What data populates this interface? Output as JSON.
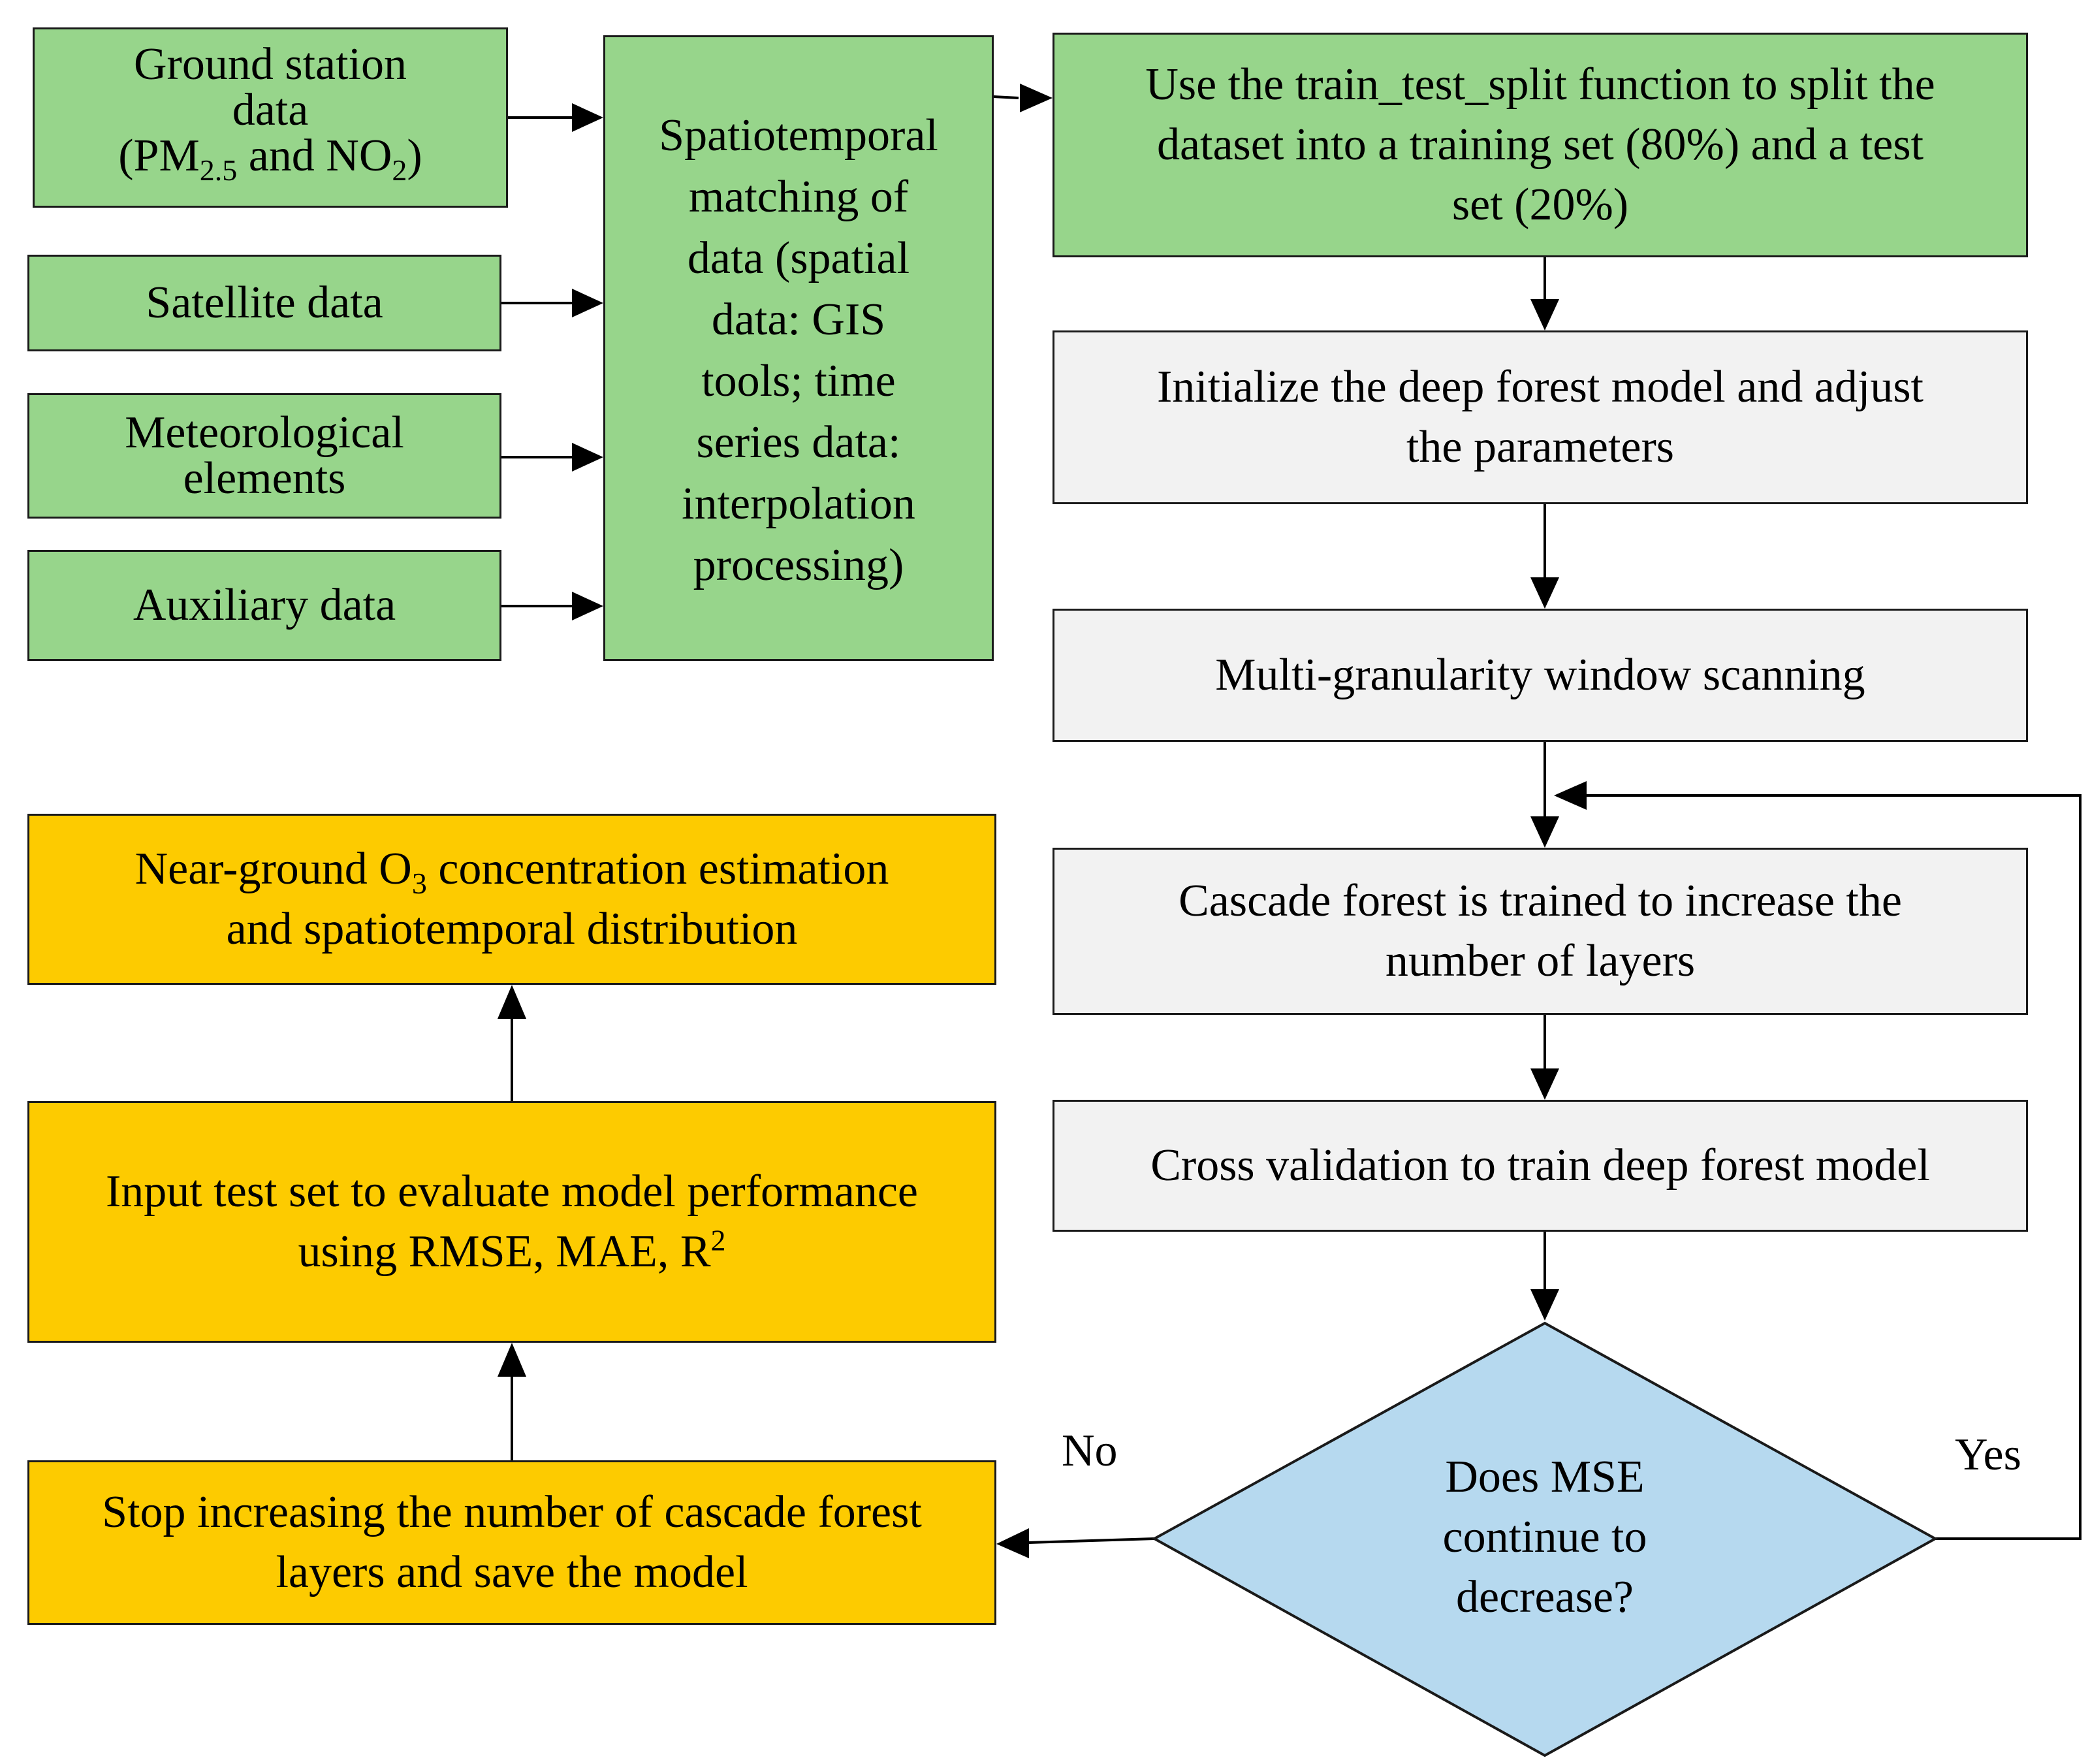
{
  "inputs": {
    "ground_station": {
      "line1": "Ground station",
      "line2": "data",
      "line3_pre": "(PM",
      "line3_sub1": "2.5",
      "line3_mid": " and NO",
      "line3_sub2": "2",
      "line3_post": ")"
    },
    "satellite": "Satellite data",
    "meteorological": {
      "line1": "Meteorological",
      "line2": "elements"
    },
    "auxiliary": "Auxiliary data"
  },
  "matching": [
    "Spatiotemporal",
    "matching of",
    "data (spatial",
    "data: GIS",
    "tools; time",
    "series data:",
    "interpolation",
    "processing)"
  ],
  "steps": {
    "split": [
      "Use the train_test_split function to split the",
      "dataset into a training set (80%) and a test",
      "set (20%)"
    ],
    "initialize": [
      "Initialize the deep forest model and adjust",
      "the parameters"
    ],
    "scanning": "Multi-granularity window scanning",
    "cascade": [
      "Cascade forest is trained to increase the",
      "number of layers"
    ],
    "cross_validation": "Cross validation to train deep forest model",
    "decision": [
      "Does MSE",
      "continue to",
      "decrease?"
    ]
  },
  "edge_labels": {
    "no": "No",
    "yes": "Yes"
  },
  "outputs": {
    "stop": [
      "Stop increasing the number of cascade forest",
      "layers and save the model"
    ],
    "evaluate": {
      "line1": "Input test set to evaluate model performance",
      "line2_pre": "using RMSE, MAE, R",
      "line2_sup": "2"
    },
    "estimation": {
      "line1_pre": "Near-ground O",
      "line1_sub": "3",
      "line1_post": " concentration estimation",
      "line2": "and spatiotemporal distribution"
    }
  },
  "colors": {
    "green": "#97d58b",
    "grey": "#f2f2f2",
    "gold": "#fdcb00",
    "blue": "#b6d9ef",
    "stroke": "#1a1a1a"
  }
}
